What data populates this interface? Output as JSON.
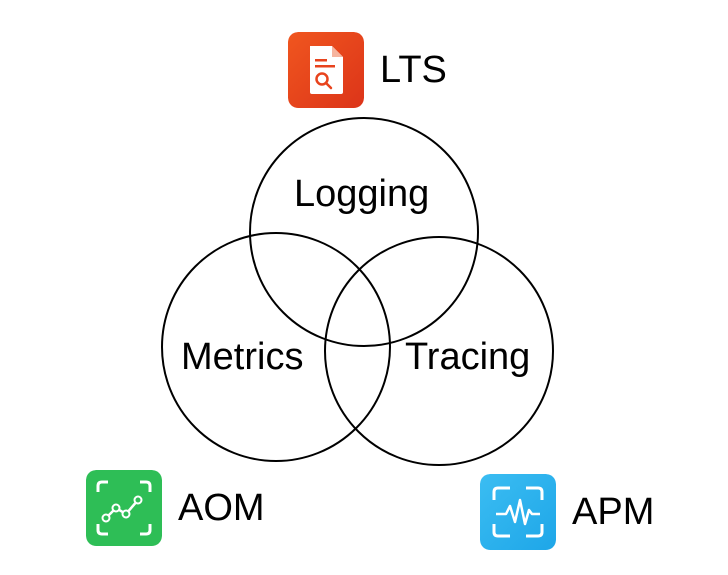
{
  "diagram": {
    "circles": [
      {
        "id": "logging",
        "label": "Logging"
      },
      {
        "id": "metrics",
        "label": "Metrics"
      },
      {
        "id": "tracing",
        "label": "Tracing"
      }
    ],
    "stroke_color": "#000000"
  },
  "products": {
    "lts": {
      "label": "LTS",
      "icon": "log-search-icon",
      "color": "#e8431d"
    },
    "aom": {
      "label": "AOM",
      "icon": "line-chart-icon",
      "color": "#2ebe56"
    },
    "apm": {
      "label": "APM",
      "icon": "pulse-monitor-icon",
      "color": "#2fb4ee"
    }
  }
}
